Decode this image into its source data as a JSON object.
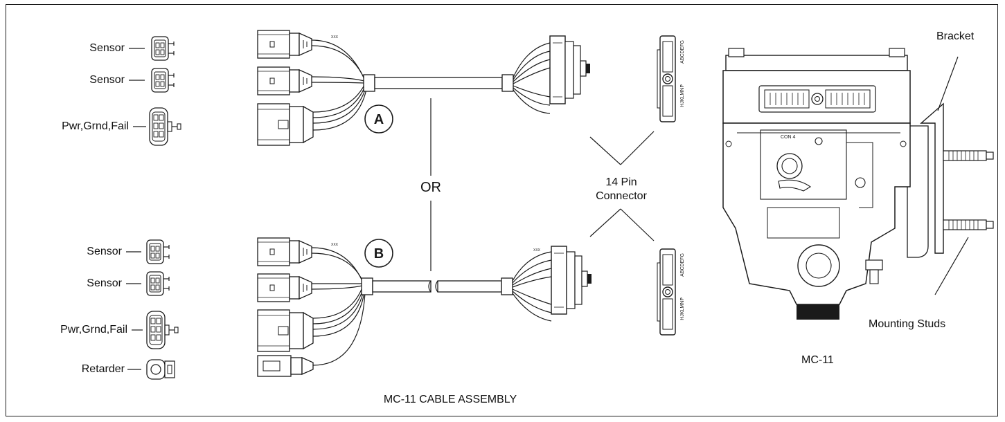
{
  "labels": {
    "a_sensor1": "Sensor",
    "a_sensor2": "Sensor",
    "a_pwr": "Pwr,Grnd,Fail",
    "b_sensor1": "Sensor",
    "b_sensor2": "Sensor",
    "b_pwr": "Pwr,Grnd,Fail",
    "b_retarder": "Retarder",
    "or": "OR",
    "pin_connector": "14 Pin\nConnector",
    "bracket": "Bracket",
    "mounting_studs": "Mounting Studs",
    "mc11": "MC-11",
    "cable_assembly": "MC-11 CABLE ASSEMBLY",
    "variant_a": "A",
    "variant_b": "B",
    "con4": "CON 4",
    "pin_letters_top": "ABCDEFG",
    "pin_letters_bottom": "HJKLMNP",
    "wire_code": "XXX"
  },
  "colors": {
    "ink": "#1a1a1a",
    "paper": "#ffffff"
  }
}
